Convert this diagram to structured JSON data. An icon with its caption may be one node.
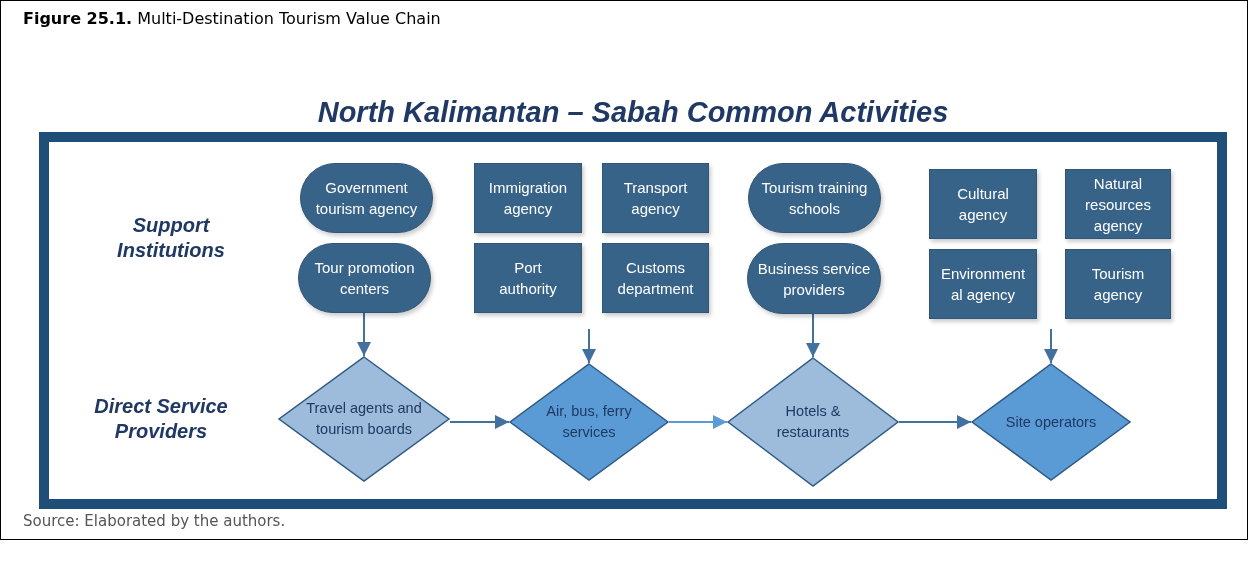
{
  "diagram": {
    "title": "**Figure 25.1.** Multi-Destination Tourism Value Chain",
    "caption": "Source: Elaborated by the authors.",
    "nodes": [
      {
        "text": [
          "North Kalimantan – Sabah Common Activities"
        ]
      },
      {
        "text": [
          "Government tourism agency"
        ],
        "in": 0
      },
      {
        "text": [
          "Tour promotion centers"
        ],
        "in": 0
      },
      {
        "text": [
          "Immigration agency"
        ],
        "in": 0
      },
      {
        "text": [
          "Transport agency"
        ],
        "in": 0
      },
      {
        "text": [
          "Port authority"
        ],
        "in": 0
      },
      {
        "text": [
          "Customs department"
        ],
        "in": 0
      },
      {
        "text": [
          "Tourism training schools"
        ],
        "in": 0
      },
      {
        "text": [
          "Business service providers"
        ],
        "in": 0
      },
      {
        "text": [
          "Cultural agency"
        ],
        "in": 0
      },
      {
        "text": [
          "Natural resources agency"
        ],
        "in": 0
      },
      {
        "text": [
          "Environment al agency"
        ],
        "in": 0
      },
      {
        "text": [
          "Tourism agency"
        ],
        "in": 0
      },
      {
        "text": [
          "Travel agents and tourism boards"
        ],
        "in": 0
      },
      {
        "text": [
          "Air, bus, ferry services"
        ],
        "in": 0
      },
      {
        "text": [
          "Hotels & restaurants"
        ],
        "in": 0
      },
      {
        "text": [
          "Site operators"
        ],
        "in": 0
      }
    ],
    "edges": [
      {
        "from": 2,
        "to": 13,
        "arrow": "to"
      },
      {
        "from": null,
        "to": 14,
        "arrow": "to"
      },
      {
        "from": 8,
        "to": 15,
        "arrow": "to"
      },
      {
        "from": null,
        "to": 16,
        "arrow": "to"
      },
      {
        "from": 13,
        "to": 14,
        "arrow": "to"
      },
      {
        "from": 14,
        "to": 15,
        "arrow": "to",
        "color": "#5b9bd5"
      },
      {
        "from": 15,
        "to": 16,
        "arrow": "to"
      }
    ],
    "labels": [
      "Support Institutions",
      "Direct Service Providers"
    ]
  }
}
